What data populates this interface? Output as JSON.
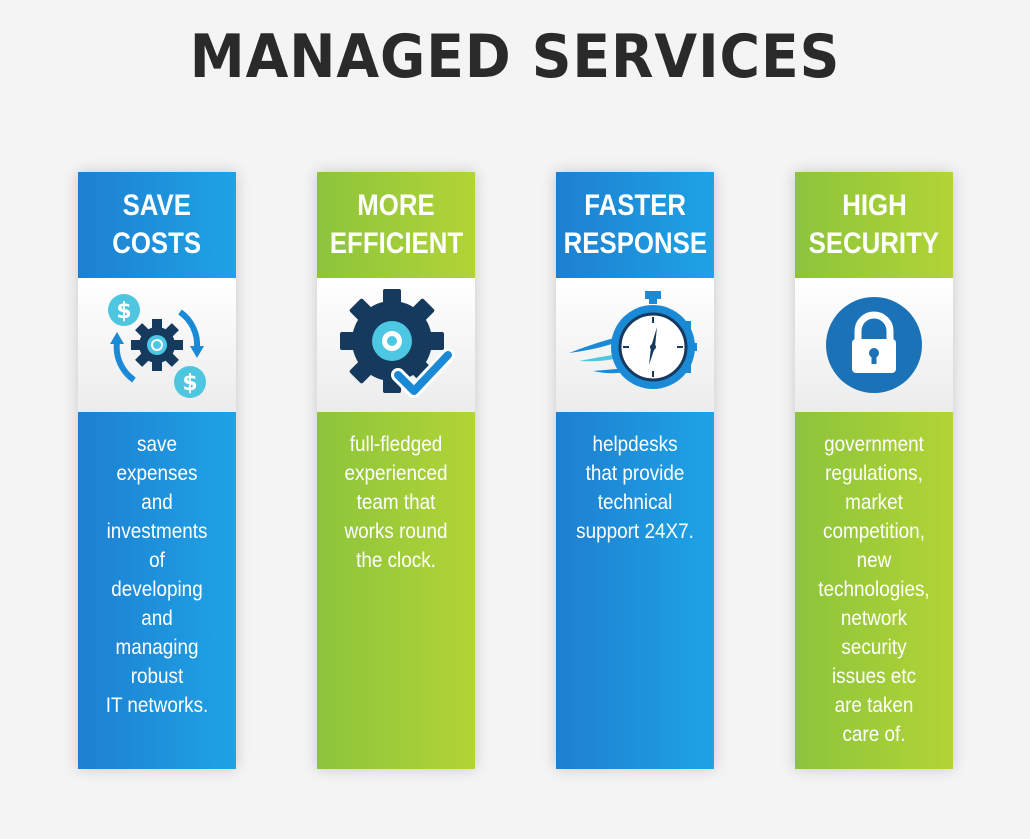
{
  "title": "MANAGED SERVICES",
  "cards": [
    {
      "heading_lines": [
        "SAVE",
        "COSTS"
      ],
      "icon": "money-gear-cycle-icon",
      "color": "#1e90dd",
      "body_lines": [
        "save",
        "expenses",
        "and",
        "investments",
        "of",
        "developing",
        "and",
        "managing",
        "robust",
        "IT networks."
      ]
    },
    {
      "heading_lines": [
        "MORE",
        "EFFICIENT"
      ],
      "icon": "gear-check-icon",
      "color": "#9ccb3a",
      "body_lines": [
        "full-fledged",
        "experienced",
        "team that",
        "works round",
        "the clock."
      ]
    },
    {
      "heading_lines": [
        "FASTER",
        "RESPONSE"
      ],
      "icon": "stopwatch-icon",
      "color": "#1e90dd",
      "body_lines": [
        "helpdesks",
        "that provide",
        "technical",
        "support 24X7."
      ]
    },
    {
      "heading_lines": [
        "HIGH",
        "SECURITY"
      ],
      "icon": "padlock-icon",
      "color": "#9ccb3a",
      "body_lines": [
        "government",
        "regulations,",
        "market",
        "competition,",
        "new",
        "technologies,",
        "network",
        "security",
        "issues etc",
        "are taken",
        "care of."
      ]
    }
  ]
}
